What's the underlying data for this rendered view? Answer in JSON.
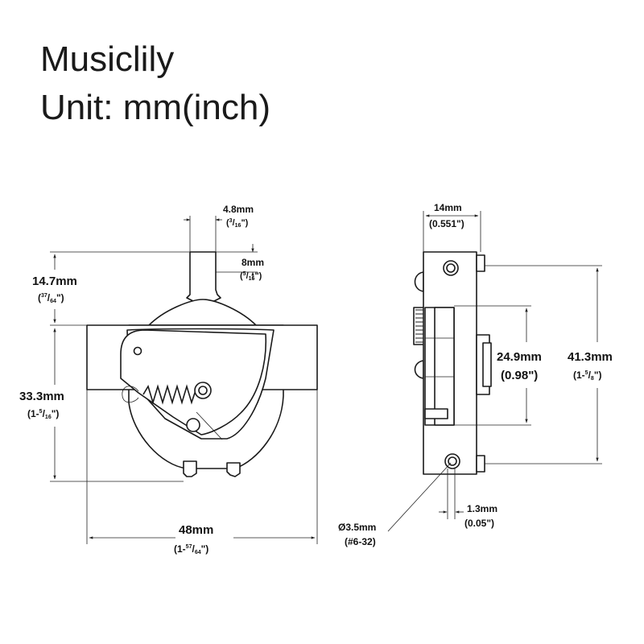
{
  "header": {
    "brand": "Musiclily",
    "unit": "Unit: mm(inch)"
  },
  "front_view": {
    "lever_width": {
      "mm": "4.8mm",
      "in_num": "3",
      "in_den": "16",
      "in_suffix": "\")"
    },
    "lever_tip": {
      "mm": "8mm",
      "in_num": "5",
      "in_den": "16",
      "in_suffix": "\")"
    },
    "lever_height": {
      "mm": "14.7mm",
      "in_num": "37",
      "in_den": "64",
      "in_suffix": "\")"
    },
    "body_height": {
      "mm": "33.3mm",
      "in_whole": "(1-",
      "in_num": "5",
      "in_den": "16",
      "in_suffix": "\")"
    },
    "total_width": {
      "mm": "48mm",
      "in_whole": "(1-",
      "in_num": "57",
      "in_den": "64",
      "in_suffix": "\")"
    }
  },
  "side_view": {
    "depth": {
      "mm": "14mm",
      "inch": "(0.551\")"
    },
    "inner_height": {
      "mm": "24.9mm",
      "inch": "(0.98\")"
    },
    "total_height": {
      "mm": "41.3mm",
      "in_whole": "(1-",
      "in_num": "5",
      "in_den": "8",
      "in_suffix": "\")"
    },
    "hole": {
      "mm": "Ø3.5mm",
      "thread": "(#6-32)"
    },
    "offset": {
      "mm": "1.3mm",
      "inch": "(0.05\")"
    }
  }
}
